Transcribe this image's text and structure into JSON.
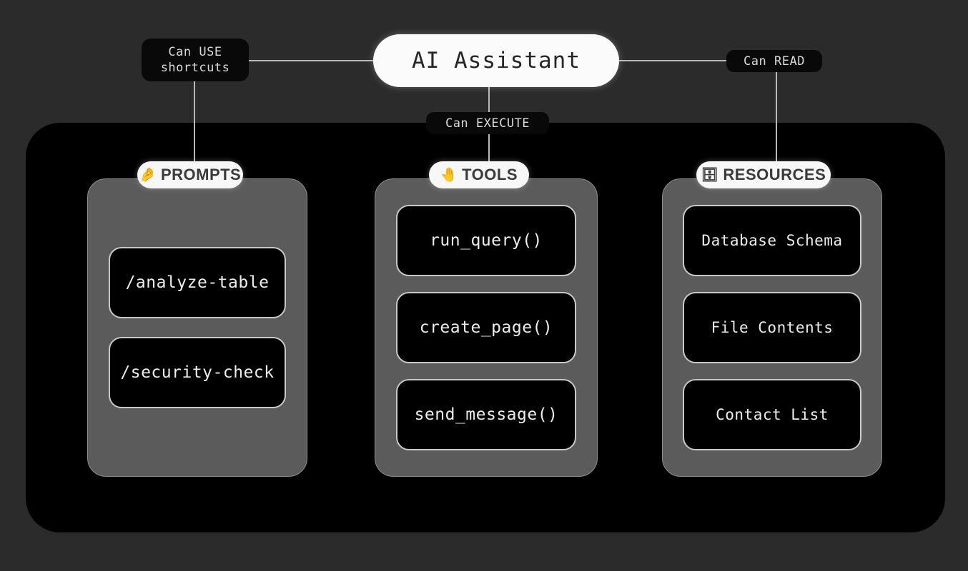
{
  "diagram": {
    "root": {
      "label": "AI Assistant"
    },
    "edges": [
      {
        "id": "use",
        "label": "Can USE\nshortcuts",
        "from": "AI Assistant",
        "to": "PROMPTS"
      },
      {
        "id": "execute",
        "label": "Can EXECUTE",
        "from": "AI Assistant",
        "to": "TOOLS"
      },
      {
        "id": "read",
        "label": "Can READ",
        "from": "AI Assistant",
        "to": "RESOURCES"
      }
    ],
    "columns": [
      {
        "id": "prompts",
        "title": "PROMPTS",
        "icon": "hand-pinching-icon",
        "icon_glyph": "🤌",
        "items": [
          {
            "label": "/analyze-table"
          },
          {
            "label": "/security-check"
          }
        ]
      },
      {
        "id": "tools",
        "title": "TOOLS",
        "icon": "hand-pointing-icon",
        "icon_glyph": "🤚",
        "items": [
          {
            "label": "run_query()"
          },
          {
            "label": "create_page()"
          },
          {
            "label": "send_message()"
          }
        ]
      },
      {
        "id": "resources",
        "title": "RESOURCES",
        "icon": "document-icon",
        "icon_glyph": "🗄",
        "items": [
          {
            "label": "Database Schema"
          },
          {
            "label": "File Contents"
          },
          {
            "label": "Contact List"
          }
        ]
      }
    ],
    "colors": {
      "background": "#2b2b2b",
      "container": "#000000",
      "panel": "#5b5b5b",
      "card": "#000000",
      "card_border": "#c9c9c9",
      "pill_light": "#f7f7f7",
      "pill_dark": "#090909",
      "connector": "#b9b9b9",
      "text_light": "#ededed",
      "text_dark": "#3a3a3a"
    }
  }
}
